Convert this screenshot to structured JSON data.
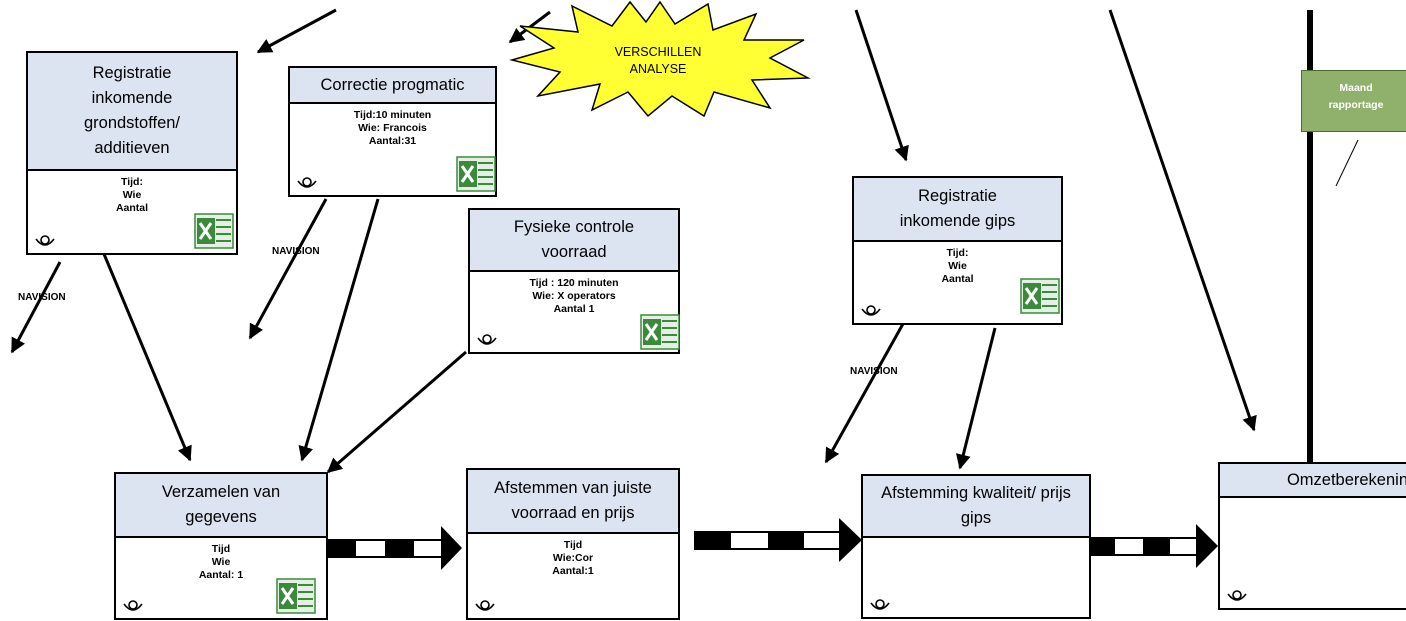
{
  "boxes": {
    "reg_grondstoffen": {
      "title": "Registratie inkomende grondstoffen/ additieven",
      "lines": [
        "Tijd:",
        "Wie",
        "Aantal"
      ]
    },
    "correctie": {
      "title": "Correctie progmatic",
      "lines": [
        "Tijd:10 minuten",
        "Wie: Francois",
        "Aantal:31"
      ]
    },
    "fysieke": {
      "title": "Fysieke controle voorraad",
      "lines": [
        "Tijd : 120 minuten",
        "Wie: X operators",
        "Aantal 1"
      ]
    },
    "reg_gips": {
      "title": "Registratie inkomende gips",
      "lines": [
        "Tijd:",
        "Wie",
        "Aantal"
      ]
    },
    "verzamelen": {
      "title": "Verzamelen van gegevens",
      "lines": [
        "Tijd",
        "Wie",
        "Aantal: 1"
      ]
    },
    "afstemmen": {
      "title": "Afstemmen van juiste voorraad en prijs",
      "lines": [
        "Tijd",
        "Wie:Cor",
        "Aantal:1"
      ]
    },
    "afstemming": {
      "title": "Afstemming kwaliteit/ prijs gips",
      "lines": []
    },
    "omzet": {
      "title": "Omzetberekenin",
      "lines": []
    }
  },
  "burst": {
    "line1": "VERSCHILLEN",
    "line2": "ANALYSE"
  },
  "maand": {
    "line1": "Maand",
    "line2": "rapportage"
  },
  "labels": {
    "navision_1": "NAVISION",
    "navision_2": "NAVISION",
    "navision_3": "NAVISION"
  },
  "icons": {
    "operator": "operator-icon",
    "spreadsheet": "excel-icon"
  },
  "colors": {
    "header_fill": "#dce3f1",
    "burst_fill": "#ffff33",
    "maand_fill": "#8fb16b",
    "excel_green": "#3b8a3b"
  }
}
